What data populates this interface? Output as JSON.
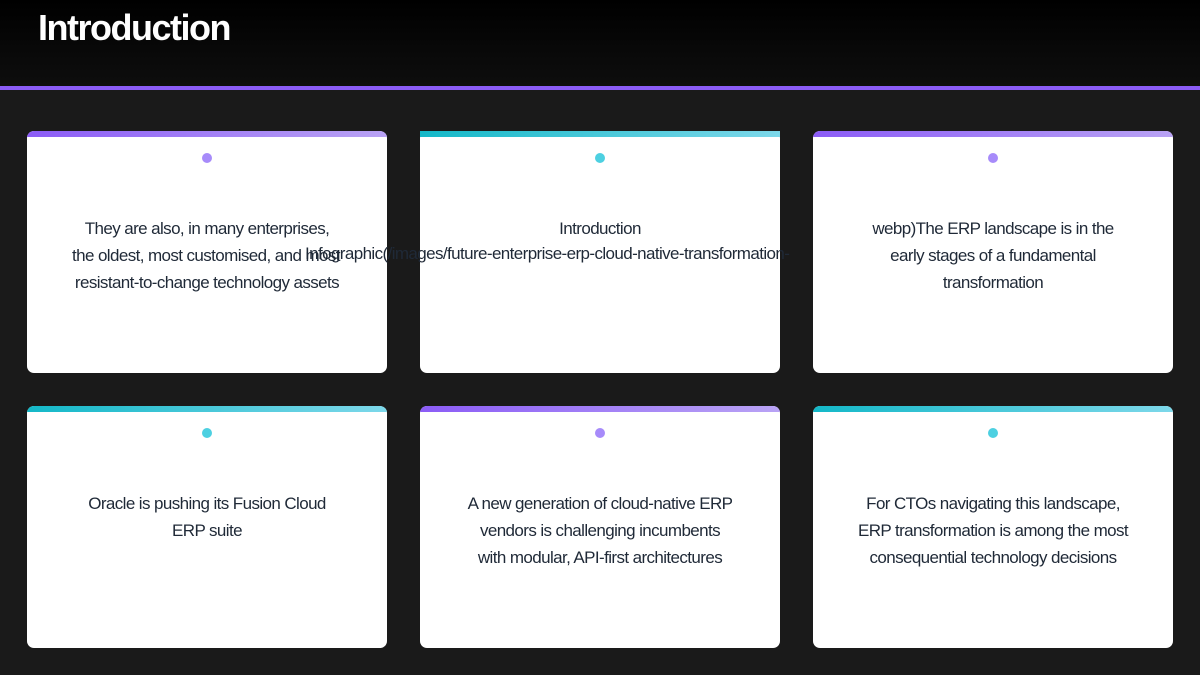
{
  "slide": {
    "title": "Introduction",
    "accent_color": "#8b5cf6"
  },
  "cards": [
    {
      "accent": "purple",
      "lines": [
        "They are also, in many enterprises,",
        "the oldest, most customised, and most",
        "resistant-to-change technology assets"
      ]
    },
    {
      "accent": "cyan",
      "lines": [
        "Introduction"
      ],
      "overflow_text": "Infographic(/images/future-enterprise-erp-cloud-native-transformation-"
    },
    {
      "accent": "purple",
      "lines": [
        "webp)The ERP landscape is in the",
        "early stages of a fundamental",
        "transformation"
      ]
    },
    {
      "accent": "cyan",
      "lines": [
        "Oracle is pushing its Fusion Cloud",
        "ERP suite"
      ]
    },
    {
      "accent": "purple",
      "lines": [
        "A new generation of cloud-native ERP",
        "vendors is challenging incumbents",
        "with modular, API-first architectures"
      ]
    },
    {
      "accent": "cyan",
      "lines": [
        "For CTOs navigating this landscape,",
        "ERP transformation is among the most",
        "consequential technology decisions"
      ]
    }
  ]
}
